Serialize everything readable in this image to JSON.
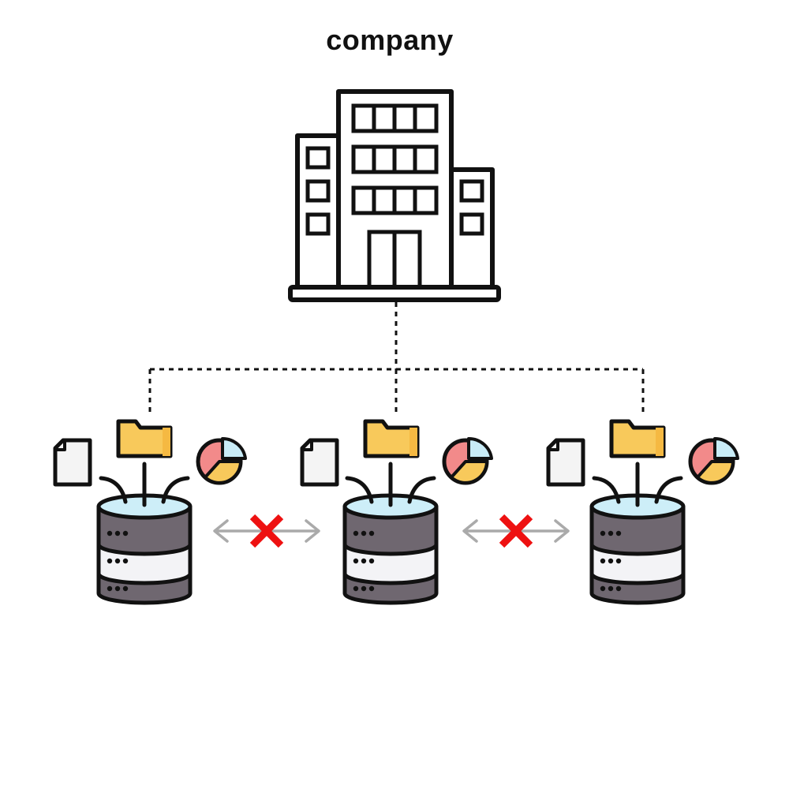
{
  "diagram": {
    "title": "company",
    "root_icon": "office-building-icon",
    "node_icon": "database-server-icon",
    "connector_style": "dotted",
    "nodes": [
      {
        "id": "database-1",
        "attachments": [
          "document-icon",
          "folder-icon",
          "pie-chart-icon"
        ]
      },
      {
        "id": "database-2",
        "attachments": [
          "document-icon",
          "folder-icon",
          "pie-chart-icon"
        ]
      },
      {
        "id": "database-3",
        "attachments": [
          "document-icon",
          "folder-icon",
          "pie-chart-icon"
        ]
      }
    ],
    "links_between_nodes": [
      {
        "from": "database-1",
        "to": "database-2",
        "status": "blocked",
        "icon": "red-x-icon"
      },
      {
        "from": "database-2",
        "to": "database-3",
        "status": "blocked",
        "icon": "red-x-icon"
      }
    ]
  },
  "colors": {
    "outline": "#111111",
    "folder": "#f8c95b",
    "folder_tab": "#f5b942",
    "document": "#f4f4f4",
    "pie_red": "#f28a8a",
    "pie_yellow": "#f8c95b",
    "pie_blue": "#c9ecf7",
    "db_top": "#cdeef8",
    "db_body": "#6f6770",
    "db_band": "#f3f3f6",
    "arrow": "#aaaaaa",
    "blocked": "#ee1111"
  }
}
